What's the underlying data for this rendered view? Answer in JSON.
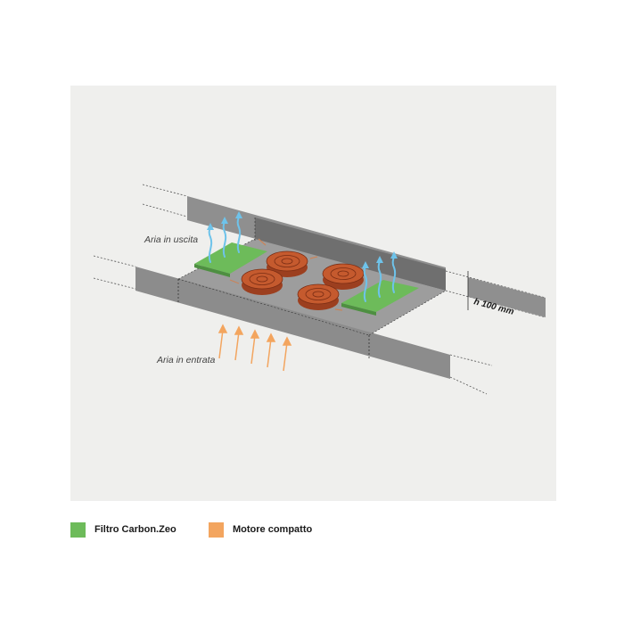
{
  "labels": {
    "air_out": "Aria in uscita",
    "air_in": "Aria in entrata",
    "height": "h 100 mm"
  },
  "legend": [
    {
      "label": "Filtro Carbon.Zeo",
      "color": "#6dbb5a",
      "icon": "green-square"
    },
    {
      "label": "Motore compatto",
      "color": "#f3a55f",
      "icon": "orange-square"
    }
  ],
  "colors": {
    "panel_bg": "#efefed",
    "duct_wall": "#8c8c8c",
    "duct_floor": "#9a9a9a",
    "filter": "#6dbb5a",
    "motor": "#c55a2e",
    "air_out_arrows": "#6ec3ea",
    "air_in_arrows": "#f3a55f"
  }
}
